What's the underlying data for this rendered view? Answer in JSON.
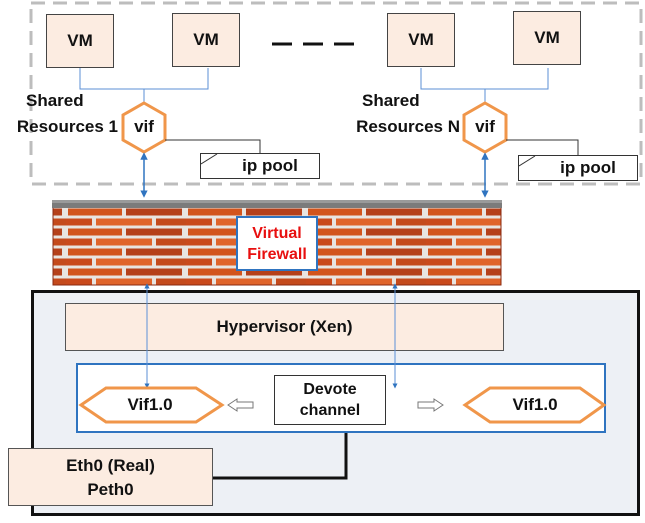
{
  "shared_resources": [
    {
      "label_line1": "Shared",
      "label_line2": "Resources 1",
      "vms": [
        "VM",
        "VM"
      ],
      "vif": "vif",
      "ip_pool": "ip pool"
    },
    {
      "label_line1": "Shared",
      "label_line2": "Resources N",
      "vms": [
        "VM",
        "VM"
      ],
      "vif": "vif",
      "ip_pool": "ip pool"
    }
  ],
  "firewall": {
    "line1": "Virtual",
    "line2": "Firewall",
    "text_color": "#e80f0f",
    "border_color": "#2f74c0"
  },
  "host": {
    "hypervisor": "Hypervisor (Xen)",
    "vif_left": "Vif1.0",
    "vif_right": "Vif1.0",
    "devote_line1": "Devote",
    "devote_line2": "channel",
    "eth_line1": "Eth0 (Real)",
    "eth_line2": "Peth0"
  },
  "colors": {
    "vm_fill": "#fcece1",
    "vif_stroke": "#f0964a",
    "connector_blue": "#2f74c0",
    "dashed_border": "#bdbdbd",
    "host_fill": "#edf0f5"
  }
}
